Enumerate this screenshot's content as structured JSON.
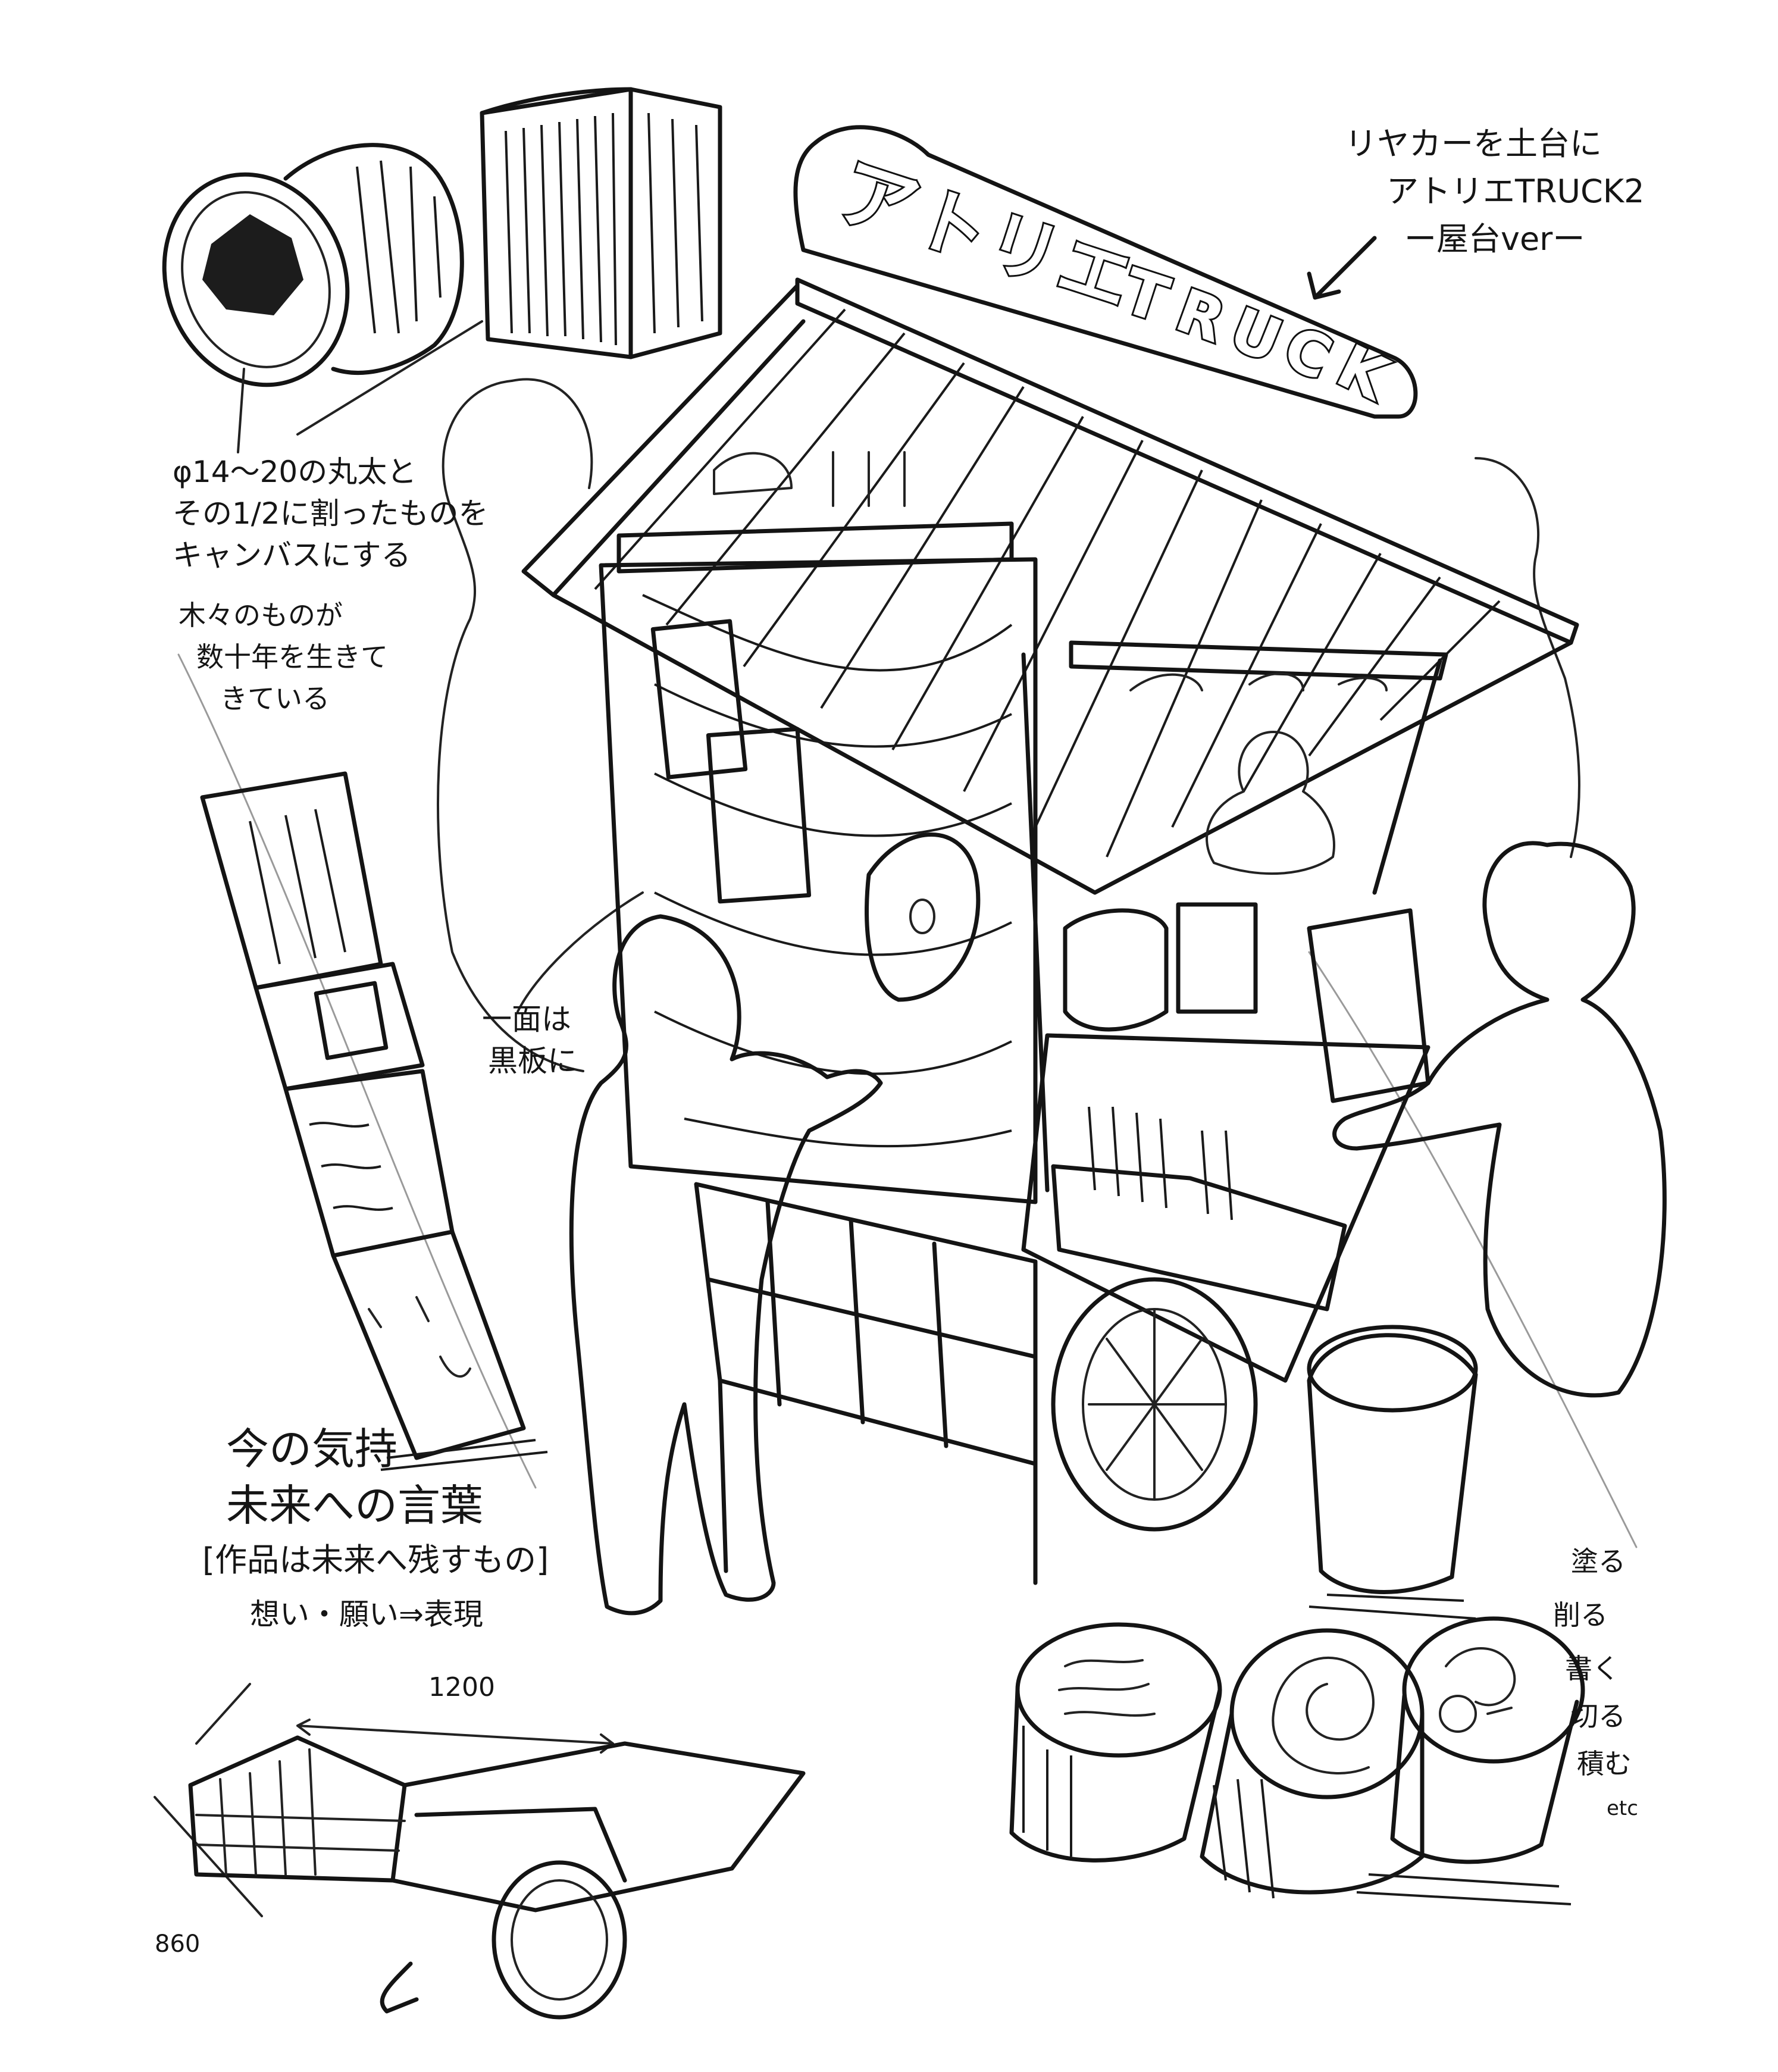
{
  "sign": {
    "letters": [
      "ア",
      "ト",
      "リ",
      "エ",
      "T",
      "R",
      "U",
      "C",
      "K"
    ]
  },
  "notes": {
    "top_right": [
      "リヤカーを土台に",
      "アトリエTRUCK2",
      "ー屋台verー"
    ],
    "log_desc": [
      "φ14〜20の丸太と",
      "その1/2に割ったものを",
      "キャンバスにする",
      "木々のものが",
      "数十年を生きて",
      "きている"
    ],
    "blackboard": [
      "一面は",
      "黒板に"
    ],
    "message": [
      "今の気持",
      "未来への言葉",
      "[作品は未来へ残すもの]",
      "想い・願い⇒表現"
    ],
    "actions": [
      "塗る",
      "削る",
      "書く",
      "切る",
      "積む",
      "etc"
    ],
    "dim_length": "1200",
    "dim_depth": "860"
  }
}
